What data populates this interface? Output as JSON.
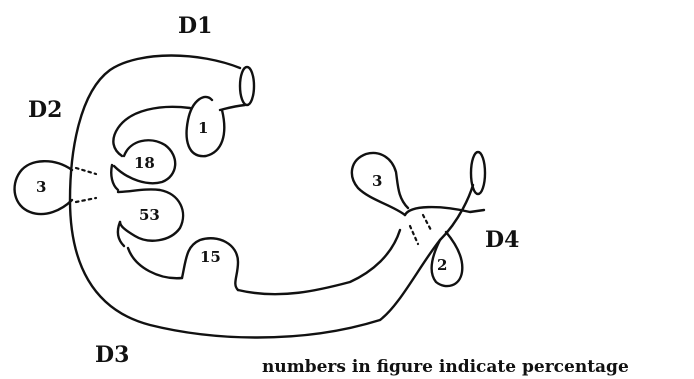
{
  "segments": {
    "d1": "D1",
    "d2": "D2",
    "d3": "D3",
    "d4": "D4"
  },
  "diverticula": {
    "d1_pouch": "1",
    "d2_outer": "3",
    "d2_upper": "18",
    "d2_lower": "53",
    "d3_pouch": "15",
    "d4_upper": "3",
    "d4_lower": "2"
  },
  "footnote": "numbers in figure indicate percentage"
}
